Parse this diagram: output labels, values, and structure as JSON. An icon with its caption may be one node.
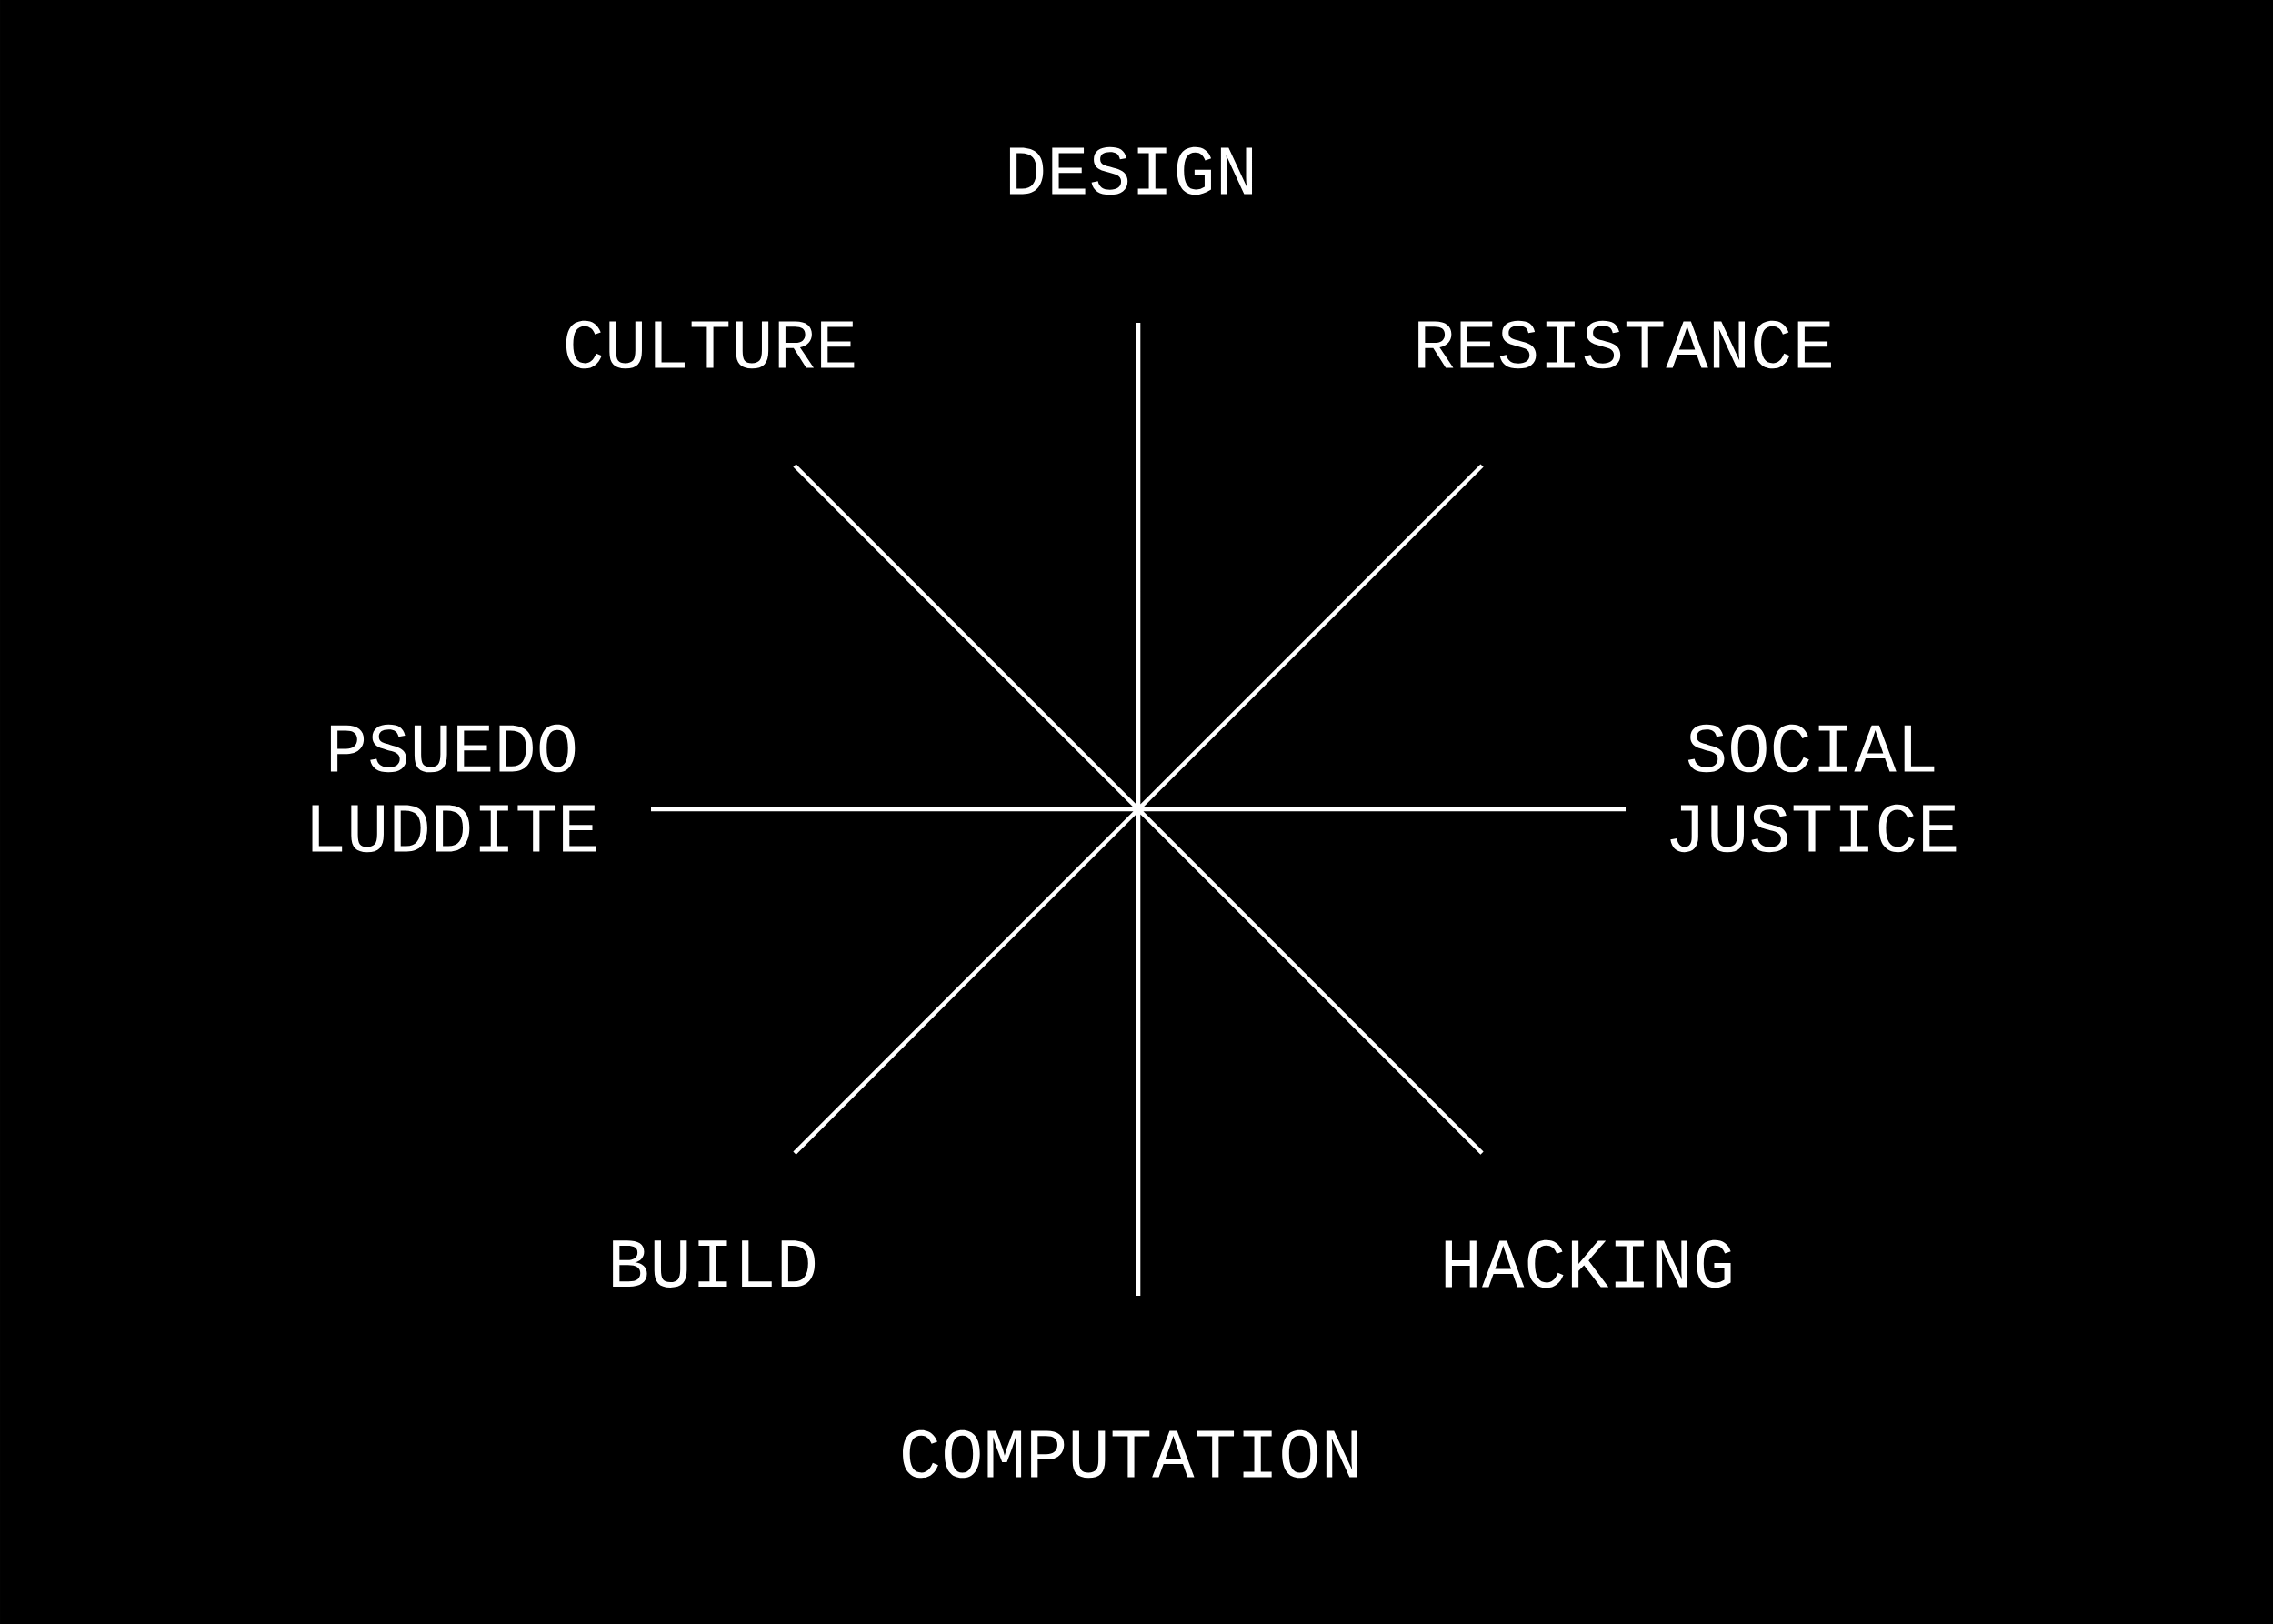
{
  "diagram": {
    "nodes": [
      {
        "text": [
          "DESIGN"
        ]
      },
      {
        "text": [
          "CULTURE"
        ]
      },
      {
        "text": [
          "RESISTANCE"
        ]
      },
      {
        "text": [
          "PSUEDO LUDDITE"
        ]
      },
      {
        "text": [
          "SOCIAL JUSTICE"
        ]
      },
      {
        "text": [
          "BUILD"
        ]
      },
      {
        "text": [
          "HACKING"
        ]
      },
      {
        "text": [
          "COMPUTATION"
        ]
      }
    ]
  }
}
